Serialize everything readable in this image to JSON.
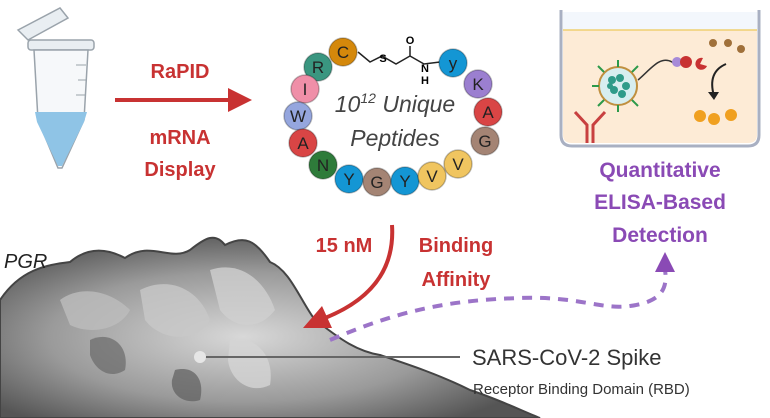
{
  "left_step": {
    "method": "RaPID",
    "line1": "mRNA",
    "line2": "Display"
  },
  "library": {
    "count_base": "10",
    "count_exp": "12",
    "line1_suffix": "Unique",
    "line2": "Peptides",
    "linker_atoms": [
      "S",
      "O",
      "N",
      "H"
    ],
    "beads": [
      {
        "letter": "C",
        "color": "#d4880b"
      },
      {
        "letter": "R",
        "color": "#3a9680"
      },
      {
        "letter": "I",
        "color": "#ef8fa8"
      },
      {
        "letter": "W",
        "color": "#95a6de"
      },
      {
        "letter": "A",
        "color": "#d94545"
      },
      {
        "letter": "N",
        "color": "#2e7b3a"
      },
      {
        "letter": "Y",
        "color": "#1496d4"
      },
      {
        "letter": "G",
        "color": "#a48474"
      },
      {
        "letter": "Y",
        "color": "#1496d4"
      },
      {
        "letter": "V",
        "color": "#f0c560"
      },
      {
        "letter": "V",
        "color": "#f0c560"
      },
      {
        "letter": "G",
        "color": "#a48474"
      },
      {
        "letter": "A",
        "color": "#d94545"
      },
      {
        "letter": "K",
        "color": "#9b7fd0"
      },
      {
        "letter": "y",
        "color": "#1496d4"
      }
    ]
  },
  "affinity": {
    "value": "15 nM",
    "line1": "Binding",
    "line2": "Affinity"
  },
  "detection": {
    "line1": "Quantitative",
    "line2": "ELISA-Based",
    "line3": "Detection"
  },
  "target": {
    "title": "SARS-CoV-2 Spike",
    "subtitle": "Receptor Binding Domain (RBD)"
  },
  "logo": "PGR",
  "colors": {
    "red": "#c83232",
    "purple": "#8a4ab5"
  }
}
